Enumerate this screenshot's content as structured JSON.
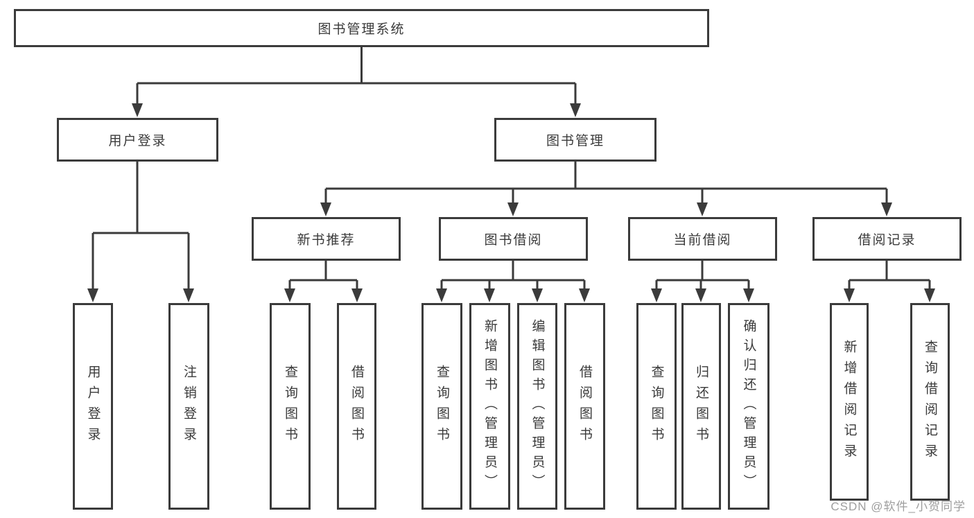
{
  "nodes": {
    "root": "图书管理系统",
    "user_login": "用户登录",
    "book_management": "图书管理",
    "new_book_recommend": "新书推荐",
    "book_borrow": "图书借阅",
    "current_borrow": "当前借阅",
    "borrow_record": "借阅记录",
    "leaf_user_login": "用户登录",
    "leaf_logout": "注销登录",
    "leaf_nbr_query_book": "查询图书",
    "leaf_nbr_borrow_book": "借阅图书",
    "leaf_bb_query_book": "查询图书",
    "leaf_bb_add_book": "新增图书（管理员）",
    "leaf_bb_edit_book": "编辑图书（管理员）",
    "leaf_bb_borrow_book": "借阅图书",
    "leaf_cb_query_book": "查询图书",
    "leaf_cb_return_book": "归还图书",
    "leaf_cb_confirm_return": "确认归还（管理员）",
    "leaf_br_add_record": "新增借阅记录",
    "leaf_br_query_record": "查询借阅记录"
  },
  "hierarchy": {
    "图书管理系统": [
      "用户登录",
      "图书管理"
    ],
    "用户登录": [
      "用户登录",
      "注销登录"
    ],
    "图书管理": [
      "新书推荐",
      "图书借阅",
      "当前借阅",
      "借阅记录"
    ],
    "新书推荐": [
      "查询图书",
      "借阅图书"
    ],
    "图书借阅": [
      "查询图书",
      "新增图书（管理员）",
      "编辑图书（管理员）",
      "借阅图书"
    ],
    "当前借阅": [
      "查询图书",
      "归还图书",
      "确认归还（管理员）"
    ],
    "借阅记录": [
      "新增借阅记录",
      "查询借阅记录"
    ]
  },
  "watermark": "CSDN @软件_小贺同学",
  "colors": {
    "line": "#3b3b3b",
    "box_border": "#3b3b3b",
    "box_fill": "#ffffff",
    "text": "#3a3a3a",
    "watermark": "#9e9e9e",
    "background": "#ffffff"
  }
}
